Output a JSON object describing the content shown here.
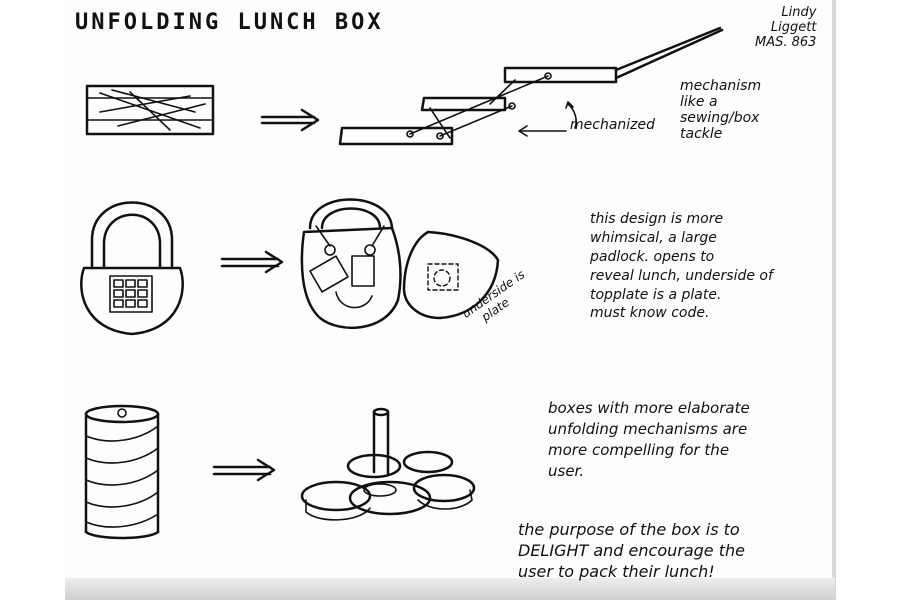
{
  "title": "UNFOLDING LUNCH BOX",
  "author": {
    "name_line1": "Lindy",
    "name_line2": "Liggett",
    "id": "MAS. 863"
  },
  "row1": {
    "label_mechanized": "mechanized",
    "note": [
      "mechanism",
      "like a",
      "sewing/box",
      "tackle"
    ]
  },
  "row2": {
    "label_plate": [
      "underside is",
      "plate"
    ],
    "note": [
      "this design is more",
      "whimsical, a large",
      "padlock. opens to",
      "reveal lunch, underside of",
      "topplate is a plate.",
      "must know code."
    ]
  },
  "row3": {
    "note": [
      "boxes with more elaborate",
      "unfolding mechanisms are",
      "more compelling for the",
      "user."
    ]
  },
  "footer_note": [
    "the purpose of the box is to",
    "DELIGHT and encourage the",
    "user to pack their lunch!"
  ]
}
